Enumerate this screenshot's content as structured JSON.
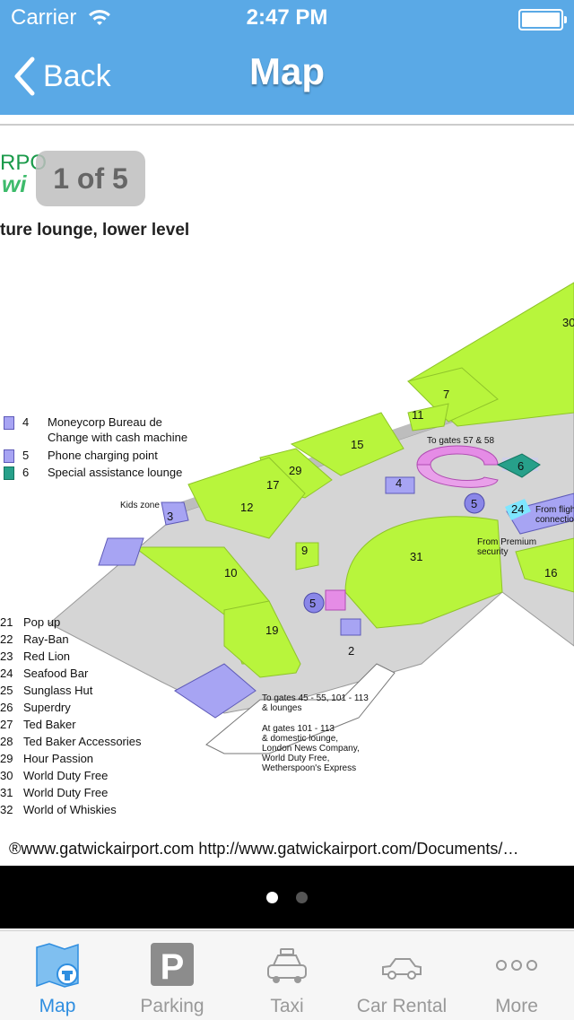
{
  "status": {
    "carrier": "Carrier",
    "time": "2:47 PM"
  },
  "nav": {
    "back_label": "Back",
    "title": "Map"
  },
  "map": {
    "brand_top": "RPO",
    "brand_bottom": "wi",
    "pager": "1 of 5",
    "subtitle": "ture lounge, lower level",
    "credit": "®www.gatwickairport.com http://www.gatwickairport.com/Documents/…",
    "legend_top": [
      {
        "num": "4",
        "text": "Moneycorp Bureau de"
      },
      {
        "num": "",
        "text": "Change with cash machine"
      },
      {
        "num": "5",
        "text": "Phone charging point"
      },
      {
        "num": "6",
        "text": "Special assistance lounge"
      }
    ],
    "legend_list": [
      {
        "num": "21",
        "text": "Pop up"
      },
      {
        "num": "22",
        "text": "Ray-Ban"
      },
      {
        "num": "23",
        "text": "Red Lion"
      },
      {
        "num": "24",
        "text": "Seafood Bar"
      },
      {
        "num": "25",
        "text": "Sunglass Hut"
      },
      {
        "num": "26",
        "text": "Superdry"
      },
      {
        "num": "27",
        "text": "Ted Baker"
      },
      {
        "num": "28",
        "text": "Ted Baker Accessories"
      },
      {
        "num": "29",
        "text": "Hour Passion"
      },
      {
        "num": "30",
        "text": "World Duty Free"
      },
      {
        "num": "31",
        "text": "World Duty Free"
      },
      {
        "num": "32",
        "text": "World of Whiskies"
      }
    ],
    "annotations": {
      "kids_zone": "Kids zone",
      "to_gates_57": "To gates 57 & 58",
      "from_premium_1": "From Premium",
      "from_premium_2": "security",
      "from_flight_1": "From fligh",
      "from_flight_2": "connectio",
      "gates_45_1": "To gates 45 - 55, 101 - 113",
      "gates_45_2": "& lounges",
      "gates_101_1": "At gates 101 - 113",
      "gates_101_2": "& domestic lounge,",
      "gates_101_3": "London News Company,",
      "gates_101_4": "World Duty Free,",
      "gates_101_5": "Wetherspoon's Express"
    },
    "unit_labels": [
      "30",
      "7",
      "11",
      "15",
      "29",
      "17",
      "12",
      "3",
      "4",
      "5",
      "6",
      "24",
      "9",
      "10",
      "31",
      "16",
      "5",
      "2",
      "19"
    ]
  },
  "tabs": [
    {
      "label": "Map",
      "icon": "map-icon",
      "active": true
    },
    {
      "label": "Parking",
      "icon": "parking-icon",
      "active": false
    },
    {
      "label": "Taxi",
      "icon": "taxi-icon",
      "active": false
    },
    {
      "label": "Car Rental",
      "icon": "car-icon",
      "active": false
    },
    {
      "label": "More",
      "icon": "more-icon",
      "active": false
    }
  ],
  "colors": {
    "nav": "#5aa9e6",
    "shop": "#b8f53c",
    "accent": "#2f8ee0",
    "purple": "#a7a4f3"
  }
}
